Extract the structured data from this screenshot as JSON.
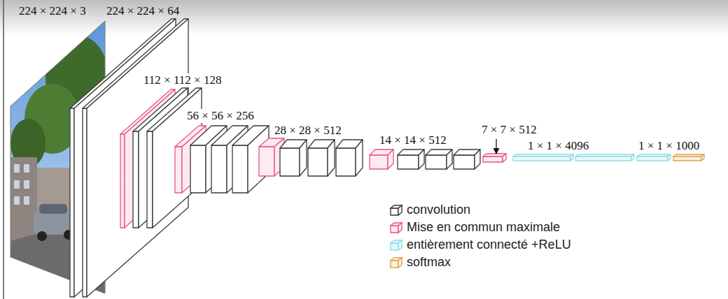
{
  "diagram": {
    "labels": [
      "224 × 224 × 3",
      "224 × 224 × 64",
      "112 × 112 × 128",
      "56 × 56 × 256",
      "28 × 28 × 512",
      "14 × 14 × 512",
      "7 × 7 × 512",
      "1 × 1 × 4096",
      "1 × 1 × 1000"
    ],
    "legend": [
      {
        "text": "convolution",
        "color": "#3a3a3a"
      },
      {
        "text": "Mise en commun maximale",
        "color": "#e8557f"
      },
      {
        "text": "entièrement connecté +ReLU",
        "color": "#8fdde6"
      },
      {
        "text": "softmax",
        "color": "#dfa24e"
      }
    ]
  }
}
